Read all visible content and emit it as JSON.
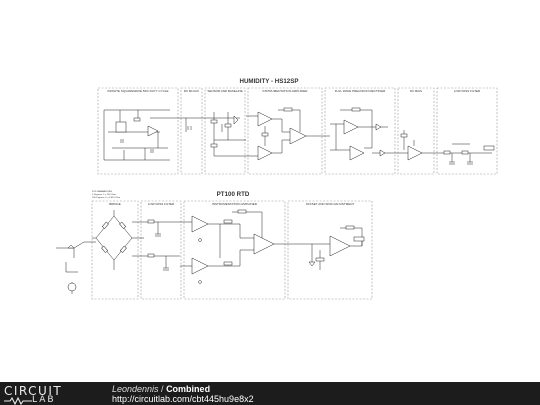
{
  "diagram": {
    "humidity_title": "HUMIDITY - HS12SP",
    "pt100_title": "PT100 RTD",
    "pt100_color": "#7b2d8e",
    "humidity_sections": [
      "INFINITE SQUAREWAVE 50% DUTY CYCLE",
      "DC BLOCK",
      "SENSOR AND BASELINE",
      "INSTRUMENTATION AMPLIFIER",
      "FULL WAVE PRECISION RECTIFIER",
      "DC BIAS",
      "LOW PASS FILTER"
    ],
    "pt100_sections": [
      "BRIDGE",
      "LOW PASS FILTER",
      "INSTRUMENTATION AMPLIFIER",
      "OFFSET AND SPAN ADJUSTMENT"
    ],
    "pt100_notes": [
      "RTD PARAMETERS",
      "0 Degrees C = 100 Ohm",
      "100 Degrees C = 138.5 Ohm"
    ]
  },
  "footer": {
    "logo_top": "CIRCUIT",
    "logo_bottom": "LAB",
    "author": "Leondennis",
    "separator": " / ",
    "title": "Combined",
    "url": "http://circuitlab.com/cbt445hu9e8x2"
  },
  "colors": {
    "footer_bg": "#1c1c1c",
    "section_border": "#9a9a9a",
    "pt100_title": "#7b2d8e"
  }
}
